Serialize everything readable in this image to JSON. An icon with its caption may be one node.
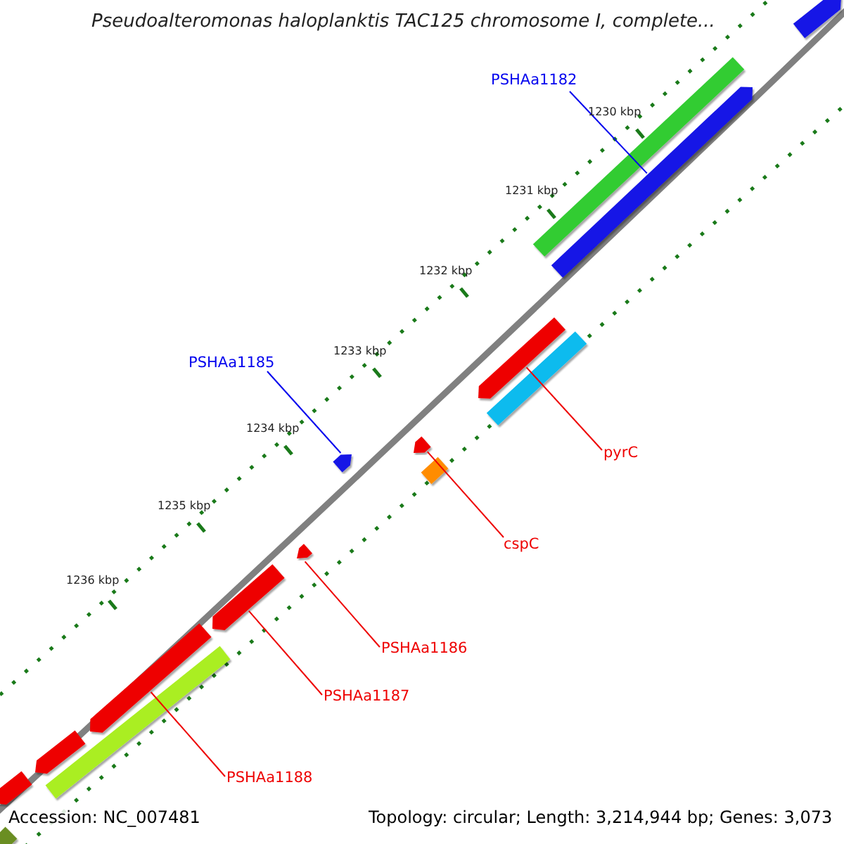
{
  "diagram": {
    "title": "Pseudoalteromonas haloplanktis TAC125 chromosome I, complete...",
    "nodes": [
      {
        "text": [
          "PSHAa1182"
        ]
      },
      {
        "text": [
          "PSHAa1185"
        ]
      },
      {
        "text": [
          "pyrC"
        ]
      },
      {
        "text": [
          "cspC"
        ]
      },
      {
        "text": [
          "PSHAa1186"
        ]
      },
      {
        "text": [
          "PSHAa1187"
        ]
      },
      {
        "text": [
          "PSHAa1188"
        ]
      },
      {
        "text": [],
        "shape": "arrow"
      },
      {
        "text": [],
        "shape": "bar"
      },
      {
        "text": [],
        "shape": "arrow"
      },
      {
        "text": [],
        "shape": "arrow"
      },
      {
        "text": [],
        "shape": "bar"
      },
      {
        "text": [],
        "shape": "arrow"
      },
      {
        "text": [],
        "shape": "arrow"
      },
      {
        "text": [],
        "shape": "bar"
      },
      {
        "text": [],
        "shape": "arrow"
      },
      {
        "text": [],
        "shape": "arrow"
      },
      {
        "text": [],
        "shape": "arrow"
      },
      {
        "text": [],
        "shape": "bar"
      },
      {
        "text": [],
        "shape": "arrow"
      },
      {
        "text": [],
        "shape": "arrow"
      },
      {
        "text": [],
        "shape": "bar"
      }
    ],
    "edges": [
      {
        "from": 0,
        "to": 9,
        "arrow": "none",
        "color": "#0000ee"
      },
      {
        "from": 1,
        "to": 12,
        "arrow": "none",
        "color": "#0000ee"
      },
      {
        "from": 2,
        "to": 10,
        "arrow": "none"
      },
      {
        "from": 3,
        "to": 13,
        "arrow": "none"
      },
      {
        "from": 4,
        "to": 15,
        "arrow": "none"
      },
      {
        "from": 5,
        "to": 16,
        "arrow": "none"
      },
      {
        "from": 6,
        "to": 17,
        "arrow": "none"
      }
    ],
    "labels": [
      "1230 kbp",
      "1231 kbp",
      "1232 kbp",
      "1233 kbp",
      "1234 kbp",
      "1235 kbp",
      "1236 kbp",
      "Accession: NC_007481",
      "Topology: circular; Length: 3,214,944 bp; Genes: 3,073"
    ]
  }
}
